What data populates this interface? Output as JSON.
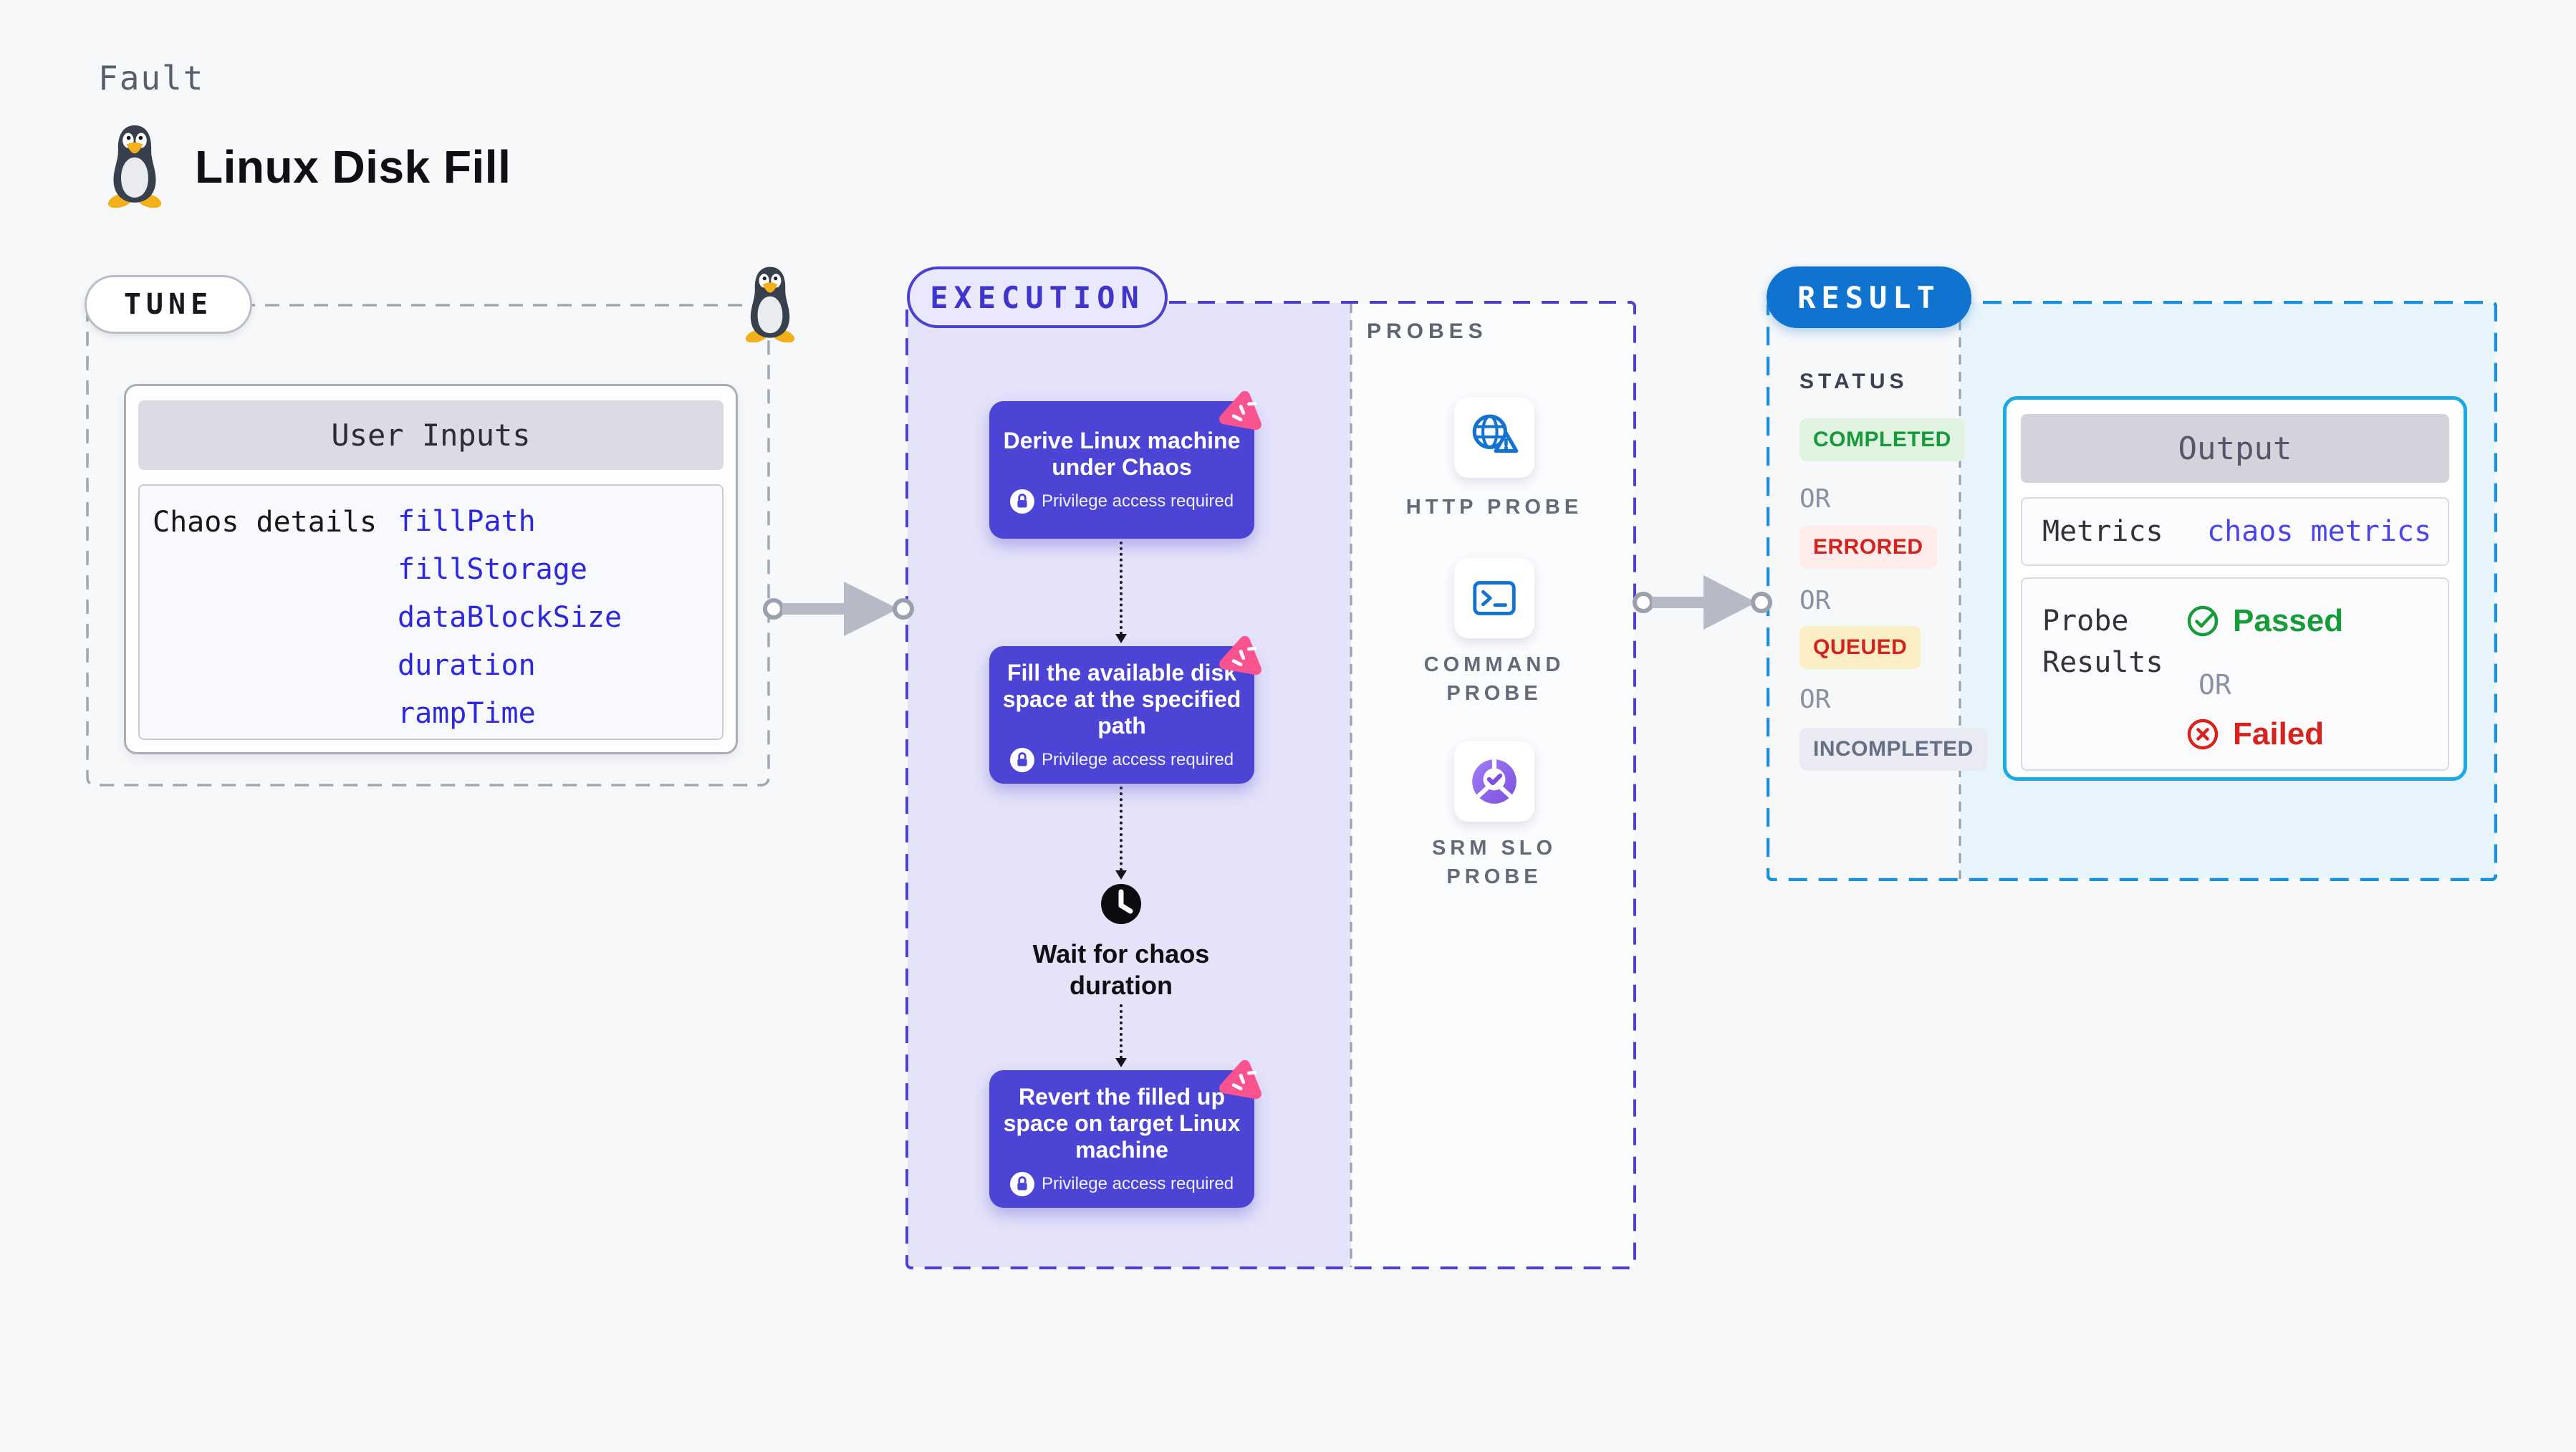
{
  "header": {
    "kicker": "Fault",
    "title": "Linux Disk Fill",
    "title_icon": "tux-penguin-icon"
  },
  "tune": {
    "pill": "TUNE",
    "corner_icon": "tux-penguin-icon",
    "user_inputs": {
      "header": "User Inputs",
      "row_label": "Chaos details",
      "inputs": [
        "fillPath",
        "fillStorage",
        "dataBlockSize",
        "duration",
        "rampTime"
      ]
    }
  },
  "execution": {
    "pill": "EXECUTION",
    "steps": [
      {
        "title": "Derive Linux machine under Chaos",
        "badge": "Privilege access required"
      },
      {
        "title": "Fill the available disk space at the specified path",
        "badge": "Privilege access required"
      },
      {
        "title": "Revert the filled up space on target Linux machine",
        "badge": "Privilege access required"
      }
    ],
    "wait_label": "Wait for chaos duration"
  },
  "probes": {
    "heading": "PROBES",
    "items": [
      {
        "label": "HTTP PROBE",
        "icon": "globe-warning-icon"
      },
      {
        "label": "COMMAND PROBE",
        "icon": "terminal-icon"
      },
      {
        "label": "SRM SLO PROBE",
        "icon": "pie-check-icon"
      }
    ]
  },
  "result": {
    "pill": "RESULT",
    "status": {
      "heading": "STATUS",
      "separator": "OR",
      "badges": [
        {
          "label": "COMPLETED",
          "fg": "#179a3b",
          "bg": "#dff3e0"
        },
        {
          "label": "ERRORED",
          "fg": "#d3231f",
          "bg": "#fdecea"
        },
        {
          "label": "QUEUED",
          "fg": "#d3231f",
          "bg": "#fbeec5"
        },
        {
          "label": "INCOMPLETED",
          "fg": "#667084",
          "bg": "#eaebf2"
        }
      ]
    },
    "output": {
      "header": "Output",
      "metrics_label": "Metrics",
      "metrics_link": "chaos metrics",
      "probe_results_label": "Probe Results",
      "passed": "Passed",
      "separator": "OR",
      "failed": "Failed"
    }
  },
  "icons": {
    "title": "tux-penguin-icon",
    "step_corner": "chaos-flag-icon",
    "privilege": "lock-icon",
    "wait": "clock-icon",
    "http_probe": "globe-warning-icon",
    "command_probe": "terminal-icon",
    "srm_slo_probe": "pie-check-icon",
    "passed": "check-circle-icon",
    "failed": "x-circle-icon",
    "connector": "arrow-right-icon"
  },
  "colors": {
    "page_bg": "#f7f8fa",
    "accent_indigo": "#4a42cf",
    "step_purple": "#4c44d4",
    "execution_bg": "#e5e3f9",
    "result_blue": "#1173d0",
    "result_dashed": "#1b8fd9",
    "output_border": "#18abe2",
    "output_area_bg": "#e8f4fc",
    "link_blue": "#2d28dd",
    "chaos_pink": "#fa5390",
    "probe_icon_blue": "#1472d0",
    "slo_purple": "#7e4fe0",
    "passed_green": "#189c3a",
    "failed_red": "#d7231d",
    "dashed_gray": "#9aa0ab"
  }
}
